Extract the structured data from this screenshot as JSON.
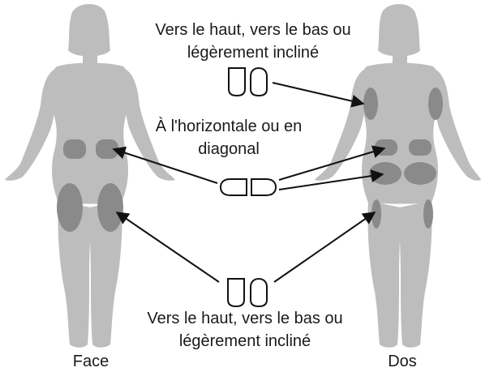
{
  "labels": {
    "top": [
      "Vers le haut, vers le bas ou",
      "légèrement incliné"
    ],
    "middle": [
      "À l'horizontale ou en",
      "diagonal"
    ],
    "bottom": [
      "Vers le haut, vers le bas ou",
      "légèrement incliné"
    ]
  },
  "captions": {
    "front": "Face",
    "back": "Dos"
  },
  "colors": {
    "body": "#bdbdbd",
    "site": "#8a8a8a",
    "arrow": "#111111"
  },
  "icons": {
    "vertical_pods": "pod-vertical-icon",
    "horizontal_pods": "pod-horizontal-icon"
  }
}
